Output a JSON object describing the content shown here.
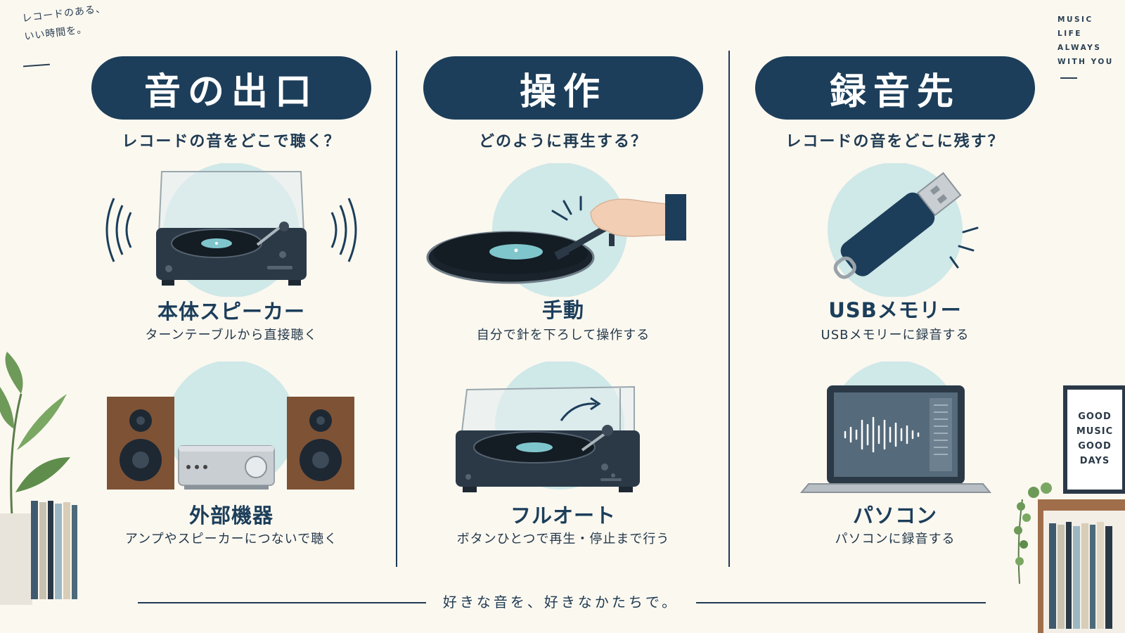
{
  "tagline": {
    "line1": "レコードのある、",
    "line2": "いい時間を。"
  },
  "brand": {
    "line1": "MUSIC",
    "line2": "LIFE",
    "line3": "ALWAYS",
    "line4": "WITH YOU"
  },
  "poster": {
    "line1": "GOOD",
    "line2": "MUSIC",
    "line3": "GOOD",
    "line4": "DAYS"
  },
  "columns": [
    {
      "heading": "音の出口",
      "question": "レコードの音をどこで聴く？",
      "items": [
        {
          "title": "本体スピーカー",
          "desc": "ターンテーブルから直接聴く",
          "icon": "turntable-speaker-icon"
        },
        {
          "title": "外部機器",
          "desc": "アンプやスピーカーにつないで聴く",
          "icon": "amp-speakers-icon"
        }
      ]
    },
    {
      "heading": "操作",
      "question": "どのように再生する？",
      "items": [
        {
          "title": "手動",
          "desc": "自分で針を下ろして操作する",
          "icon": "hand-tonearm-icon"
        },
        {
          "title": "フルオート",
          "desc": "ボタンひとつで再生・停止まで行う",
          "icon": "auto-turntable-icon"
        }
      ]
    },
    {
      "heading": "録音先",
      "question": "レコードの音をどこに残す？",
      "items": [
        {
          "title": "USBメモリー",
          "desc": "USBメモリーに録音する",
          "icon": "usb-memory-icon"
        },
        {
          "title": "パソコン",
          "desc": "パソコンに録音する",
          "icon": "laptop-waveform-icon"
        }
      ]
    }
  ],
  "footer": "好きな音を、好きなかたちで。",
  "colors": {
    "navy": "#1c3e5a",
    "bubble": "#cfe8e8",
    "background": "#fbf8f0",
    "wood": "#8a5a3a"
  }
}
